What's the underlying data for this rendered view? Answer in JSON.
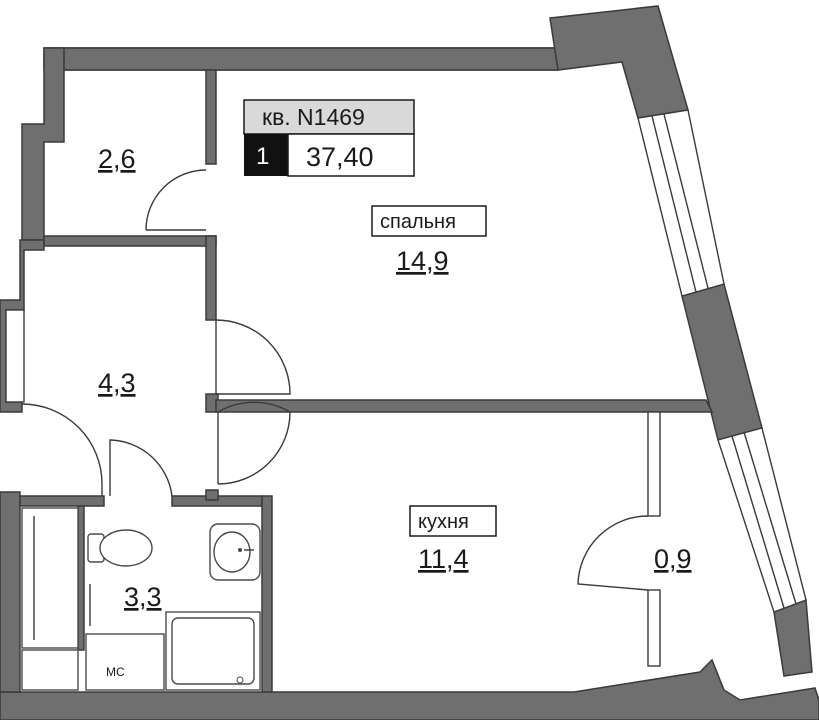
{
  "apartment": {
    "label": "кв. N1469",
    "rooms_count": "1",
    "total_area": "37,40"
  },
  "rooms": {
    "storage_top": {
      "area": "2,6"
    },
    "bedroom": {
      "name": "спальня",
      "area": "14,9"
    },
    "hall": {
      "area": "4,3"
    },
    "bathroom": {
      "area": "3,3",
      "fixture_label": "МС"
    },
    "kitchen": {
      "name": "кухня",
      "area": "11,4"
    },
    "balcony": {
      "area": "0,9"
    }
  },
  "colors": {
    "wall": "#6f6f6f",
    "line": "#3a3a3a",
    "tag_header": "#d9d9d9",
    "tag_rooms": "#111111"
  }
}
